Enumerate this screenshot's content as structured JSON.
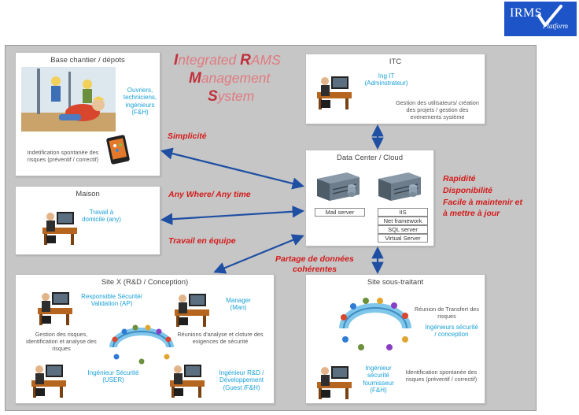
{
  "logo": {
    "line1": "IRMS",
    "line2": "Platform"
  },
  "title": {
    "line1_cap": "I",
    "line1_rest": "ntegrated ",
    "line1b_cap": "R",
    "line1b_rest": "AMS",
    "line2_cap": "M",
    "line2_rest": "anagement",
    "line3_cap": "S",
    "line3_rest": "ystem"
  },
  "boxes": {
    "base": {
      "title": "Base chantier / dépots",
      "workers": "Ouvriers, techniciens, ingénieurs (F&H)",
      "note": "Indetification spontanée des risques (préventif / correctif)"
    },
    "itc": {
      "title": "ITC",
      "role": "Ing IT (Adminstrateur)",
      "note": "Gestion des utilisateurs/ création des projets / gestion des evenements système"
    },
    "maison": {
      "title": "Maison",
      "role": "Travail à domicile (any)"
    },
    "datacenter": {
      "title": "Data Center / Cloud",
      "left_tags": [
        "Mail server"
      ],
      "right_tags": [
        "IIS",
        "Net framework",
        "SQL server",
        "Virtual Server"
      ]
    },
    "sitex": {
      "title": "Site X (R&D / Conception)",
      "role_ap": "Responsible Sécurité/ Validation (AP)",
      "role_man": "Manager (Man)",
      "note_left": "Gestion des risques, identification et analyse des risques",
      "note_right": "Réunions d'analyse et cloture des exigences de sécurité",
      "role_user": "Ingénieur Sécurité (USER)",
      "role_guest": "Ingénieur R&D / Développement (Guest /F&H)"
    },
    "soustraitant": {
      "title": "Site sous-traitant",
      "note_top": "Réunion de Transfert des risques",
      "role_conception": "Ingénieurs sécurité / conception",
      "role_fournisseur": "Ingénieur sécurité fournisseur (F&H)",
      "note_bottom": "Identification spontanée des risques (préventif / correctif)"
    }
  },
  "labels": {
    "simplicite": "Simplicité",
    "anywhere": "Any Where/ Any time",
    "equipe": "Travail en équipe",
    "partage1": "Partage de données",
    "partage2": "cohérentes",
    "rapidite": "Rapidité",
    "disponibilite": "Disponibilité",
    "facile1": "Facile à maintenir et",
    "facile2": "à mettre à jour"
  },
  "colors": {
    "arrow": "#1f4fa3",
    "accent_red": "#d41a1a",
    "accent_blue": "#1aa0d8",
    "logo_bg": "#1d55c8"
  }
}
